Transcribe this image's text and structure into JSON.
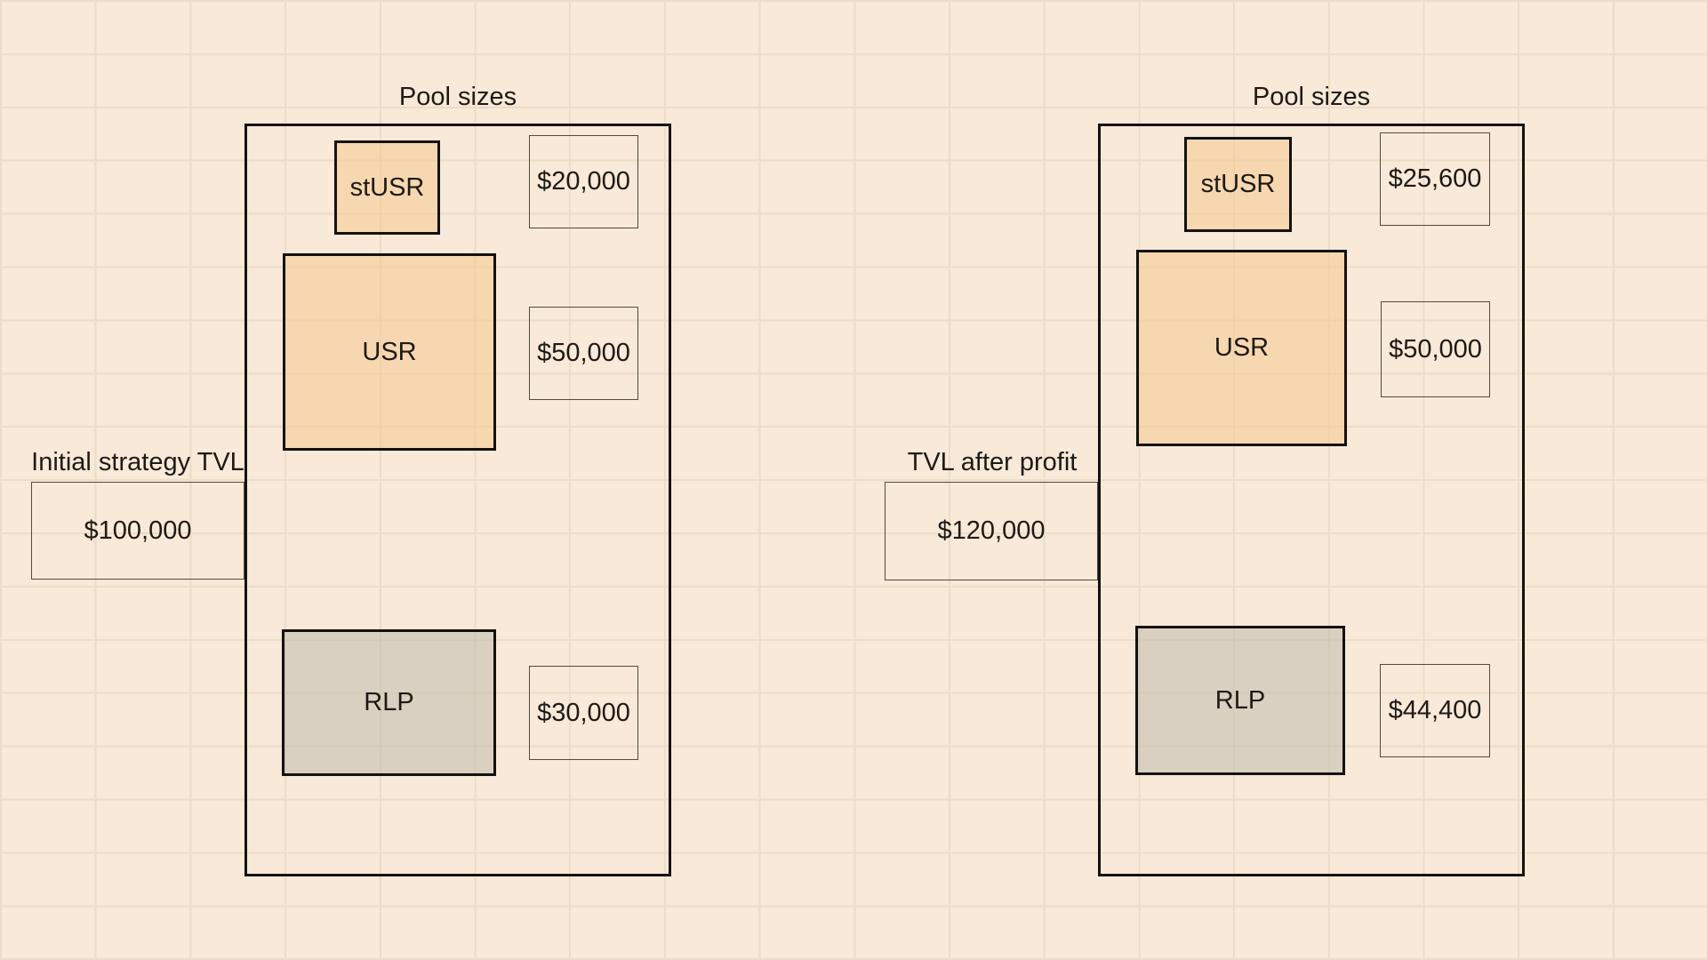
{
  "colors": {
    "canvas_bg": "#f8e9d8",
    "grid_line": "#ecddc7",
    "token_fill": "rgba(245,199,138,0.52)",
    "rlp_fill": "rgba(187,183,170,0.5)",
    "thick_border": "#141210",
    "thin_border": "#514b43",
    "text": "#1d1a15"
  },
  "diagrams": {
    "left": {
      "title": "Pool sizes",
      "tvl_label": "Initial strategy TVL",
      "tvl_value": "$100,000",
      "pools": [
        {
          "name": "stUSR",
          "value": "$20,000"
        },
        {
          "name": "USR",
          "value": "$50,000"
        },
        {
          "name": "RLP",
          "value": "$30,000"
        }
      ]
    },
    "right": {
      "title": "Pool sizes",
      "tvl_label": "TVL after profit",
      "tvl_value": "$120,000",
      "pools": [
        {
          "name": "stUSR",
          "value": "$25,600"
        },
        {
          "name": "USR",
          "value": "$50,000"
        },
        {
          "name": "RLP",
          "value": "$44,400"
        }
      ]
    }
  }
}
